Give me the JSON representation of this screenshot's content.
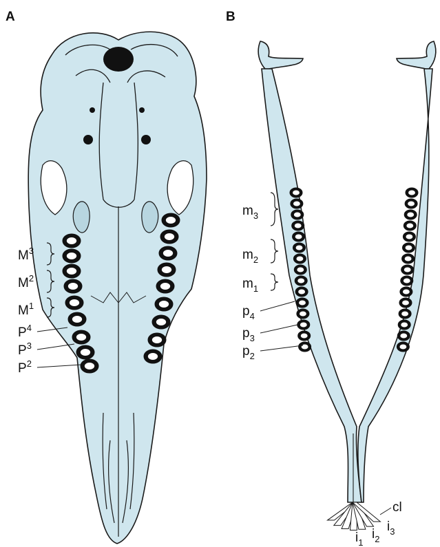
{
  "panels": {
    "a": "A",
    "b": "B"
  },
  "colors": {
    "bone": "#cfe6ee",
    "outline": "#1a1a1a",
    "dark": "#111111",
    "background": "#ffffff"
  },
  "upper_teeth": [
    {
      "base": "M",
      "index": "3",
      "kind": "sup"
    },
    {
      "base": "M",
      "index": "2",
      "kind": "sup"
    },
    {
      "base": "M",
      "index": "1",
      "kind": "sup"
    },
    {
      "base": "P",
      "index": "4",
      "kind": "sup"
    },
    {
      "base": "P",
      "index": "3",
      "kind": "sup"
    },
    {
      "base": "P",
      "index": "2",
      "kind": "sup"
    }
  ],
  "lower_teeth": [
    {
      "base": "m",
      "index": "3",
      "kind": "sub"
    },
    {
      "base": "m",
      "index": "2",
      "kind": "sub"
    },
    {
      "base": "m",
      "index": "1",
      "kind": "sub"
    },
    {
      "base": "p",
      "index": "4",
      "kind": "sub"
    },
    {
      "base": "p",
      "index": "3",
      "kind": "sub"
    },
    {
      "base": "p",
      "index": "2",
      "kind": "sub"
    }
  ],
  "front_teeth": [
    {
      "base": "cl",
      "index": "",
      "kind": "plain"
    },
    {
      "base": "i",
      "index": "3",
      "kind": "sub"
    },
    {
      "base": "i",
      "index": "2",
      "kind": "sub"
    },
    {
      "base": "i",
      "index": "1",
      "kind": "sub"
    }
  ]
}
